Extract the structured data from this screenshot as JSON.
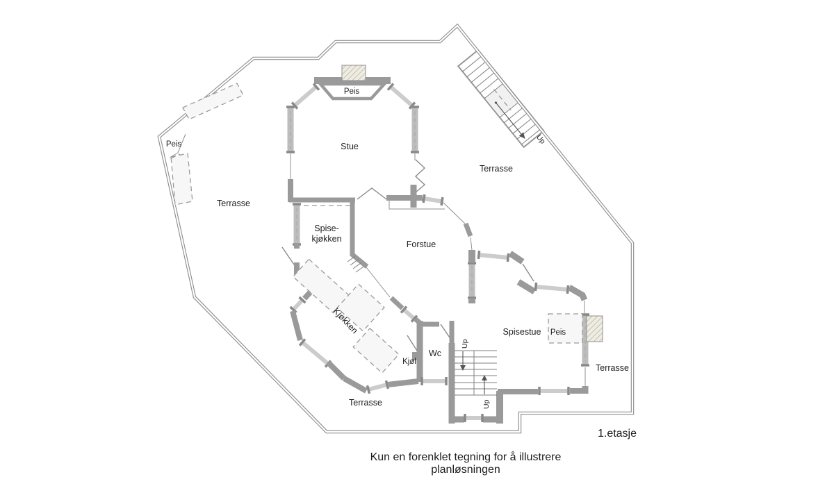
{
  "drawing": {
    "floor_label": "1.etasje",
    "caption_line1": "Kun en forenklet tegning for å illustrere",
    "caption_line2": "planløsningen"
  },
  "rooms": {
    "stue": "Stue",
    "spisekjokken_line1": "Spise-",
    "spisekjokken_line2": "kjøkken",
    "forstue": "Forstue",
    "kjokken": "Kjøkken",
    "kjol": "Kjøl",
    "wc": "Wc",
    "spisestue": "Spisestue"
  },
  "terraces": {
    "west": "Terrasse",
    "northeast": "Terrasse",
    "east": "Terrasse",
    "south": "Terrasse"
  },
  "fireplaces": {
    "stue_peis": "Peis",
    "terrace_peis": "Peis",
    "spisestue_peis": "Peis"
  },
  "stairs": {
    "exterior_up": "Up",
    "interior_up_upper": "Up",
    "interior_up_lower": "Up"
  },
  "colors": {
    "wall": "#9a9a9a",
    "window": "#cccccc",
    "deck_edge": "#8f8f8f",
    "hatch_fill": "#efede3",
    "text": "#1c1c1c"
  }
}
